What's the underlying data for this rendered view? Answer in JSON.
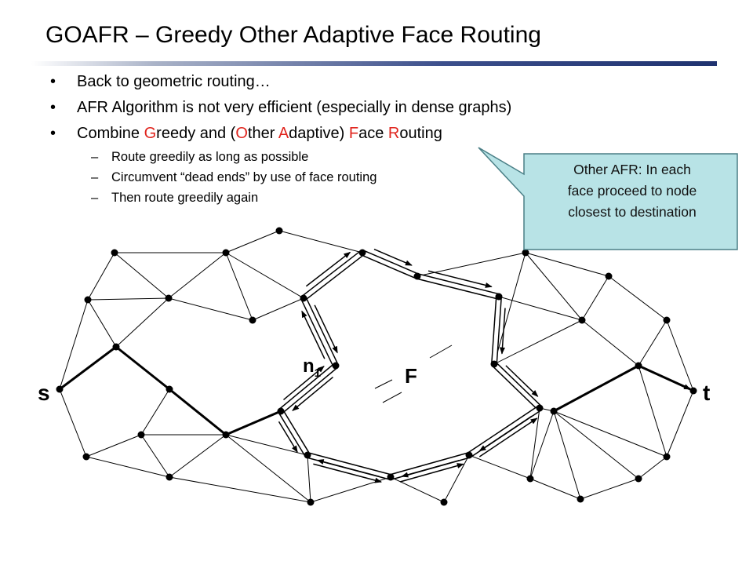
{
  "slide": {
    "title": "GOAFR – Greedy Other Adaptive Face Routing"
  },
  "bullets": [
    {
      "text": "Back to geometric routing…"
    },
    {
      "text": "AFR Algorithm is not very efficient (especially in dense graphs)"
    },
    {
      "parts": [
        "Combine ",
        "G",
        "reedy and (",
        "O",
        "ther ",
        "A",
        "daptive) ",
        "F",
        "ace ",
        "R",
        "outing"
      ]
    }
  ],
  "sub_bullets": [
    "Route greedily as long as possible",
    "Circumvent “dead ends” by use of face routing",
    "Then route greedily again"
  ],
  "bullet_mark": "•",
  "sub_bullet_mark": "–",
  "callout": {
    "lines": [
      "Other AFR: In each",
      "face proceed to node",
      "closest to destination"
    ],
    "fill": "#b8e3e6",
    "border": "#4a7f86"
  },
  "colors": {
    "accent_red": "#e0241d",
    "title_rule": "#1f326f",
    "node": "#000000"
  },
  "graph_labels": {
    "source": "s",
    "target": "t",
    "face": "F",
    "node_n": "n",
    "node_n_sub": "1"
  }
}
